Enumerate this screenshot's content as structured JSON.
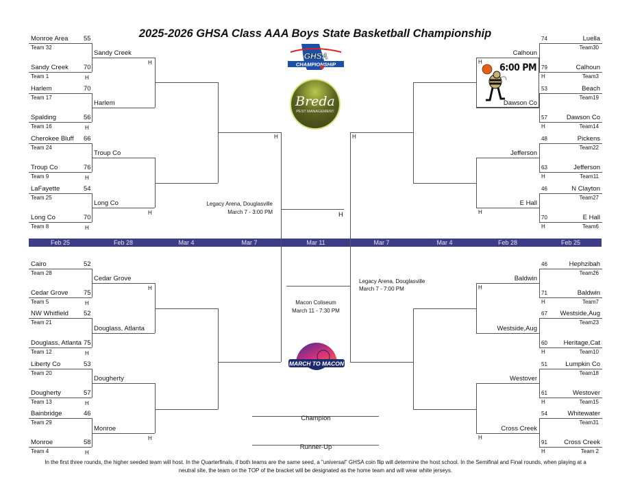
{
  "title": "2025-2026 GHSA Class AAA Boys State Basketball Championship",
  "colors": {
    "date_bar": "#3d3d85",
    "lines": "#555555"
  },
  "dates": [
    "Feb 25",
    "Feb 28",
    "Mar 4",
    "Mar 7",
    "Mar 11",
    "Mar 7",
    "Mar 4",
    "Feb 28",
    "Feb 25"
  ],
  "left": {
    "r1": [
      {
        "name": "Monroe Area",
        "seed": "Team 32",
        "score": "55",
        "host": ""
      },
      {
        "name": "Sandy Creek",
        "seed": "Team 1",
        "score": "70",
        "host": "H"
      },
      {
        "name": "Harlem",
        "seed": "Team 17",
        "score": "70",
        "host": ""
      },
      {
        "name": "Spalding",
        "seed": "Team 16",
        "score": "56",
        "host": "H"
      },
      {
        "name": "Cherokee Bluff",
        "seed": "Team 24",
        "score": "66",
        "host": ""
      },
      {
        "name": "Troup Co",
        "seed": "Team 9",
        "score": "76",
        "host": "H"
      },
      {
        "name": "LaFayette",
        "seed": "Team 25",
        "score": "54",
        "host": ""
      },
      {
        "name": "Long Co",
        "seed": "Team 8",
        "score": "70",
        "host": "H"
      },
      {
        "name": "Cairo",
        "seed": "Team 28",
        "score": "52",
        "host": ""
      },
      {
        "name": "Cedar Grove",
        "seed": "Team 5",
        "score": "75",
        "host": "H"
      },
      {
        "name": "NW Whitfield",
        "seed": "Team 21",
        "score": "52",
        "host": ""
      },
      {
        "name": "Douglass, Atlanta",
        "seed": "Team 12",
        "score": "75",
        "host": "H"
      },
      {
        "name": "Liberty Co",
        "seed": "Team 20",
        "score": "53",
        "host": ""
      },
      {
        "name": "Dougherty",
        "seed": "Team 13",
        "score": "57",
        "host": "H"
      },
      {
        "name": "Bainbridge",
        "seed": "Team 29",
        "score": "46",
        "host": ""
      },
      {
        "name": "Monroe",
        "seed": "Team 4",
        "score": "58",
        "host": "H"
      }
    ],
    "r2": [
      {
        "name": "Sandy Creek",
        "host": "H"
      },
      {
        "name": "Harlem",
        "host": ""
      },
      {
        "name": "Troup Co",
        "host": ""
      },
      {
        "name": "Long Co",
        "host": "H"
      },
      {
        "name": "Cedar Grove",
        "host": "H"
      },
      {
        "name": "Douglass, Atlanta",
        "host": ""
      },
      {
        "name": "Dougherty",
        "host": ""
      },
      {
        "name": "Monroe",
        "host": "H"
      }
    ],
    "semi_host": "H",
    "venue": "Legacy Arena, Douglasville",
    "time": "March 7 - 3:00 PM"
  },
  "right": {
    "r1": [
      {
        "name": "Luella",
        "seed": "Team30",
        "score": "74",
        "host": ""
      },
      {
        "name": "Calhoun",
        "seed": "Team3",
        "score": "79",
        "host": "H"
      },
      {
        "name": "Beach",
        "seed": "Team19",
        "score": "53",
        "host": ""
      },
      {
        "name": "Dawson Co",
        "seed": "Team14",
        "score": "57",
        "host": "H"
      },
      {
        "name": "Pickens",
        "seed": "Team22",
        "score": "48",
        "host": ""
      },
      {
        "name": "Jefferson",
        "seed": "Team11",
        "score": "63",
        "host": "H"
      },
      {
        "name": "N Clayton",
        "seed": "Team27",
        "score": "46",
        "host": ""
      },
      {
        "name": "E Hall",
        "seed": "Team6",
        "score": "70",
        "host": "H"
      },
      {
        "name": "Hephzibah",
        "seed": "Team26",
        "score": "46",
        "host": ""
      },
      {
        "name": "Baldwin",
        "seed": "Team7",
        "score": "71",
        "host": "H"
      },
      {
        "name": "Westside,Aug",
        "seed": "Team23",
        "score": "67",
        "host": ""
      },
      {
        "name": "Heritage,Cat",
        "seed": "Team10",
        "score": "60",
        "host": "H"
      },
      {
        "name": "Lumpkin Co",
        "seed": "Team18",
        "score": "51",
        "host": ""
      },
      {
        "name": "Westover",
        "seed": "Team15",
        "score": "61",
        "host": "H"
      },
      {
        "name": "Whitewater",
        "seed": "Team31",
        "score": "54",
        "host": ""
      },
      {
        "name": "Cross Creek",
        "seed": "Team 2",
        "score": "91",
        "host": "H"
      }
    ],
    "r2": [
      {
        "name": "Calhoun",
        "host": "H"
      },
      {
        "name": "Dawson Co",
        "host": ""
      },
      {
        "name": "Jefferson",
        "host": ""
      },
      {
        "name": "E Hall",
        "host": "H"
      },
      {
        "name": "Baldwin",
        "host": "H"
      },
      {
        "name": "Westside,Aug",
        "host": ""
      },
      {
        "name": "Westover",
        "host": ""
      },
      {
        "name": "Cross Creek",
        "host": "H"
      }
    ],
    "semi_host": "H",
    "venue": "Legacy Arena, Douglasville",
    "time": "March 7 - 7:00 PM"
  },
  "final": {
    "host": "H",
    "venue": "Macon Coliseum",
    "time": "March 11 - 7:30 PM",
    "champion_label": "Champion",
    "runner_up_label": "Runner-Up"
  },
  "promo": {
    "time": "6:00 PM"
  },
  "logos": {
    "ghsa": "GHSA STATE BASKETBALL CHAMPIONSHIP",
    "breda": "Breda",
    "breda_sub": "PEST MANAGEMENT",
    "macon": "MARCH TO MACON"
  },
  "footer": [
    "In the first three rounds, the higher seeded team will host. In the Quarterfinals, if both teams are the same seed, a \"universal\" GHSA coin flip will determine the host school. In the Semifinal and Final rounds, when playing at a",
    "neutral site, the team on the TOP of the bracket will be designated as the home team and will wear white jerseys."
  ]
}
